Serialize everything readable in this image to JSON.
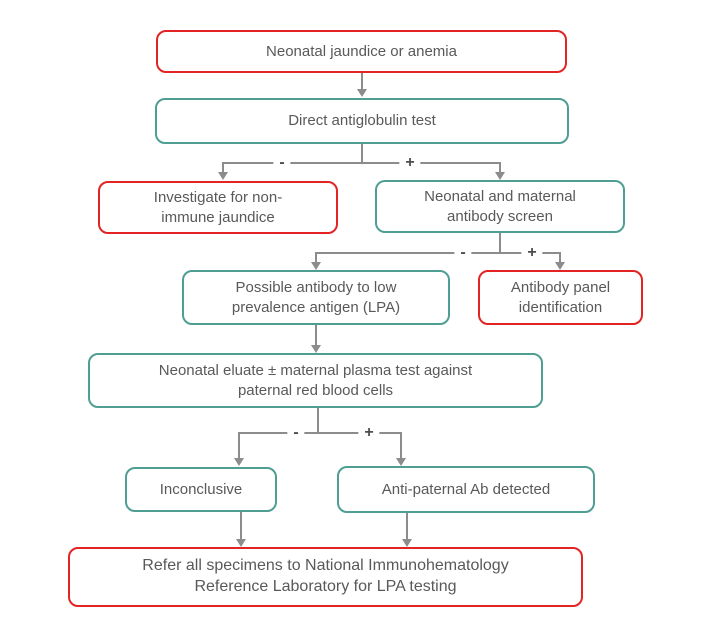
{
  "diagram": {
    "type": "flowchart",
    "nodes": [
      {
        "id": "neonatal-jaundice-or-anemia",
        "label": "Neonatal jaundice or anemia",
        "style": "red"
      },
      {
        "id": "direct-antiglobulin-test",
        "label": "Direct antiglobulin test",
        "style": "teal"
      },
      {
        "id": "investigate-non-immune-jaundice",
        "label": "Investigate for non-\nimmune jaundice",
        "style": "red"
      },
      {
        "id": "neonatal-maternal-antibody-screen",
        "label": "Neonatal and maternal\nantibody screen",
        "style": "teal"
      },
      {
        "id": "possible-lpa-antibody",
        "label": "Possible antibody to low\nprevalence antigen (LPA)",
        "style": "teal"
      },
      {
        "id": "antibody-panel-identification",
        "label": "Antibody panel\nidentification",
        "style": "red"
      },
      {
        "id": "eluate-plasma-test",
        "label": "Neonatal eluate ± maternal plasma test against\npaternal red blood cells",
        "style": "teal"
      },
      {
        "id": "inconclusive",
        "label": "Inconclusive",
        "style": "teal"
      },
      {
        "id": "anti-paternal-ab-detected",
        "label": "Anti-paternal Ab detected",
        "style": "teal"
      },
      {
        "id": "refer-reference-laboratory",
        "label": "Refer all specimens to National Immunohematology\nReference Laboratory for LPA testing",
        "style": "red"
      }
    ],
    "connector_labels": {
      "minus": "-",
      "plus": "+"
    },
    "colors": {
      "red_border": "#e22424",
      "teal_border": "#4f9e93",
      "text": "#595959",
      "connector": "#8c8c8c",
      "operator_label": "#4d4d4d",
      "background": "#ffffff"
    }
  }
}
